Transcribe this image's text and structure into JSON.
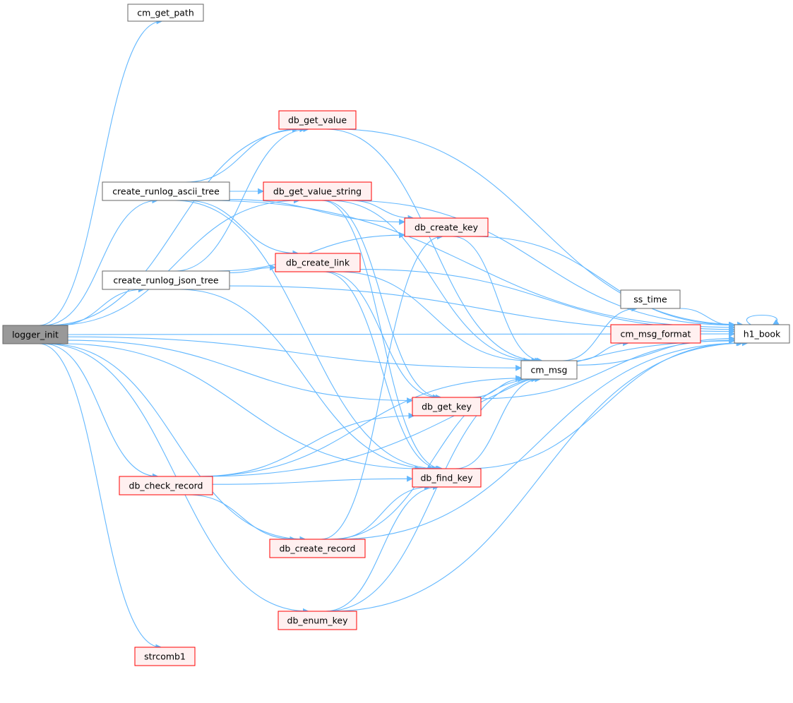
{
  "diagram": {
    "colors": {
      "edge": "#63b8ff",
      "root_fill": "#999999",
      "root_border": "#666666",
      "plain_fill": "#ffffff",
      "plain_border": "#666666",
      "truncated_fill": "#fff0f0",
      "truncated_border": "#ff0000"
    },
    "nodes": [
      {
        "id": "logger_init",
        "label": "logger_init",
        "style": "root"
      },
      {
        "id": "cm_get_path",
        "label": "cm_get_path",
        "style": "plain"
      },
      {
        "id": "create_runlog_ascii_tree",
        "label": "create_runlog_ascii_tree",
        "style": "plain"
      },
      {
        "id": "create_runlog_json_tree",
        "label": "create_runlog_json_tree",
        "style": "plain"
      },
      {
        "id": "db_get_value",
        "label": "db_get_value",
        "style": "truncated"
      },
      {
        "id": "db_get_value_string",
        "label": "db_get_value_string",
        "style": "truncated"
      },
      {
        "id": "db_create_key",
        "label": "db_create_key",
        "style": "truncated"
      },
      {
        "id": "db_create_link",
        "label": "db_create_link",
        "style": "truncated"
      },
      {
        "id": "ss_time",
        "label": "ss_time",
        "style": "plain"
      },
      {
        "id": "cm_msg_format",
        "label": "cm_msg_format",
        "style": "truncated"
      },
      {
        "id": "h1_book",
        "label": "h1_book",
        "style": "plain"
      },
      {
        "id": "cm_msg",
        "label": "cm_msg",
        "style": "plain"
      },
      {
        "id": "db_get_key",
        "label": "db_get_key",
        "style": "truncated"
      },
      {
        "id": "db_check_record",
        "label": "db_check_record",
        "style": "truncated"
      },
      {
        "id": "db_find_key",
        "label": "db_find_key",
        "style": "truncated"
      },
      {
        "id": "db_create_record",
        "label": "db_create_record",
        "style": "truncated"
      },
      {
        "id": "db_enum_key",
        "label": "db_enum_key",
        "style": "truncated"
      },
      {
        "id": "strcomb1",
        "label": "strcomb1",
        "style": "truncated"
      }
    ],
    "edges": [
      [
        "logger_init",
        "cm_get_path"
      ],
      [
        "logger_init",
        "h1_book"
      ],
      [
        "logger_init",
        "db_get_value"
      ],
      [
        "logger_init",
        "create_runlog_ascii_tree"
      ],
      [
        "logger_init",
        "db_get_value_string"
      ],
      [
        "logger_init",
        "create_runlog_json_tree"
      ],
      [
        "logger_init",
        "cm_msg"
      ],
      [
        "logger_init",
        "db_get_key"
      ],
      [
        "logger_init",
        "db_check_record"
      ],
      [
        "logger_init",
        "db_create_record"
      ],
      [
        "logger_init",
        "db_find_key"
      ],
      [
        "logger_init",
        "db_enum_key"
      ],
      [
        "logger_init",
        "strcomb1"
      ],
      [
        "create_runlog_ascii_tree",
        "db_get_value"
      ],
      [
        "create_runlog_ascii_tree",
        "db_get_value_string"
      ],
      [
        "create_runlog_ascii_tree",
        "db_create_key"
      ],
      [
        "create_runlog_ascii_tree",
        "db_create_link"
      ],
      [
        "create_runlog_ascii_tree",
        "db_find_key"
      ],
      [
        "create_runlog_ascii_tree",
        "h1_book"
      ],
      [
        "create_runlog_json_tree",
        "db_get_value"
      ],
      [
        "create_runlog_json_tree",
        "db_create_key"
      ],
      [
        "create_runlog_json_tree",
        "db_create_link"
      ],
      [
        "create_runlog_json_tree",
        "db_find_key"
      ],
      [
        "create_runlog_json_tree",
        "h1_book"
      ],
      [
        "db_get_value",
        "h1_book"
      ],
      [
        "db_get_value",
        "cm_msg"
      ],
      [
        "db_get_value_string",
        "h1_book"
      ],
      [
        "db_get_value_string",
        "db_create_key"
      ],
      [
        "db_get_value_string",
        "cm_msg"
      ],
      [
        "db_get_value_string",
        "db_get_key"
      ],
      [
        "db_get_value_string",
        "db_find_key"
      ],
      [
        "db_create_key",
        "h1_book"
      ],
      [
        "db_create_key",
        "cm_msg"
      ],
      [
        "db_create_link",
        "h1_book"
      ],
      [
        "db_create_link",
        "cm_msg"
      ],
      [
        "db_create_link",
        "db_get_key"
      ],
      [
        "db_create_link",
        "db_find_key"
      ],
      [
        "cm_msg",
        "ss_time"
      ],
      [
        "cm_msg",
        "cm_msg_format"
      ],
      [
        "cm_msg",
        "h1_book"
      ],
      [
        "ss_time",
        "h1_book"
      ],
      [
        "cm_msg_format",
        "h1_book"
      ],
      [
        "h1_book",
        "h1_book"
      ],
      [
        "db_get_key",
        "cm_msg"
      ],
      [
        "db_get_key",
        "h1_book"
      ],
      [
        "db_check_record",
        "db_get_key"
      ],
      [
        "db_check_record",
        "cm_msg"
      ],
      [
        "db_check_record",
        "db_find_key"
      ],
      [
        "db_check_record",
        "db_create_record"
      ],
      [
        "db_check_record",
        "h1_book"
      ],
      [
        "db_find_key",
        "cm_msg"
      ],
      [
        "db_find_key",
        "h1_book"
      ],
      [
        "db_create_record",
        "db_create_key"
      ],
      [
        "db_create_record",
        "db_find_key"
      ],
      [
        "db_create_record",
        "cm_msg"
      ],
      [
        "db_create_record",
        "h1_book"
      ],
      [
        "db_enum_key",
        "db_find_key"
      ],
      [
        "db_enum_key",
        "cm_msg"
      ],
      [
        "db_enum_key",
        "h1_book"
      ]
    ]
  }
}
